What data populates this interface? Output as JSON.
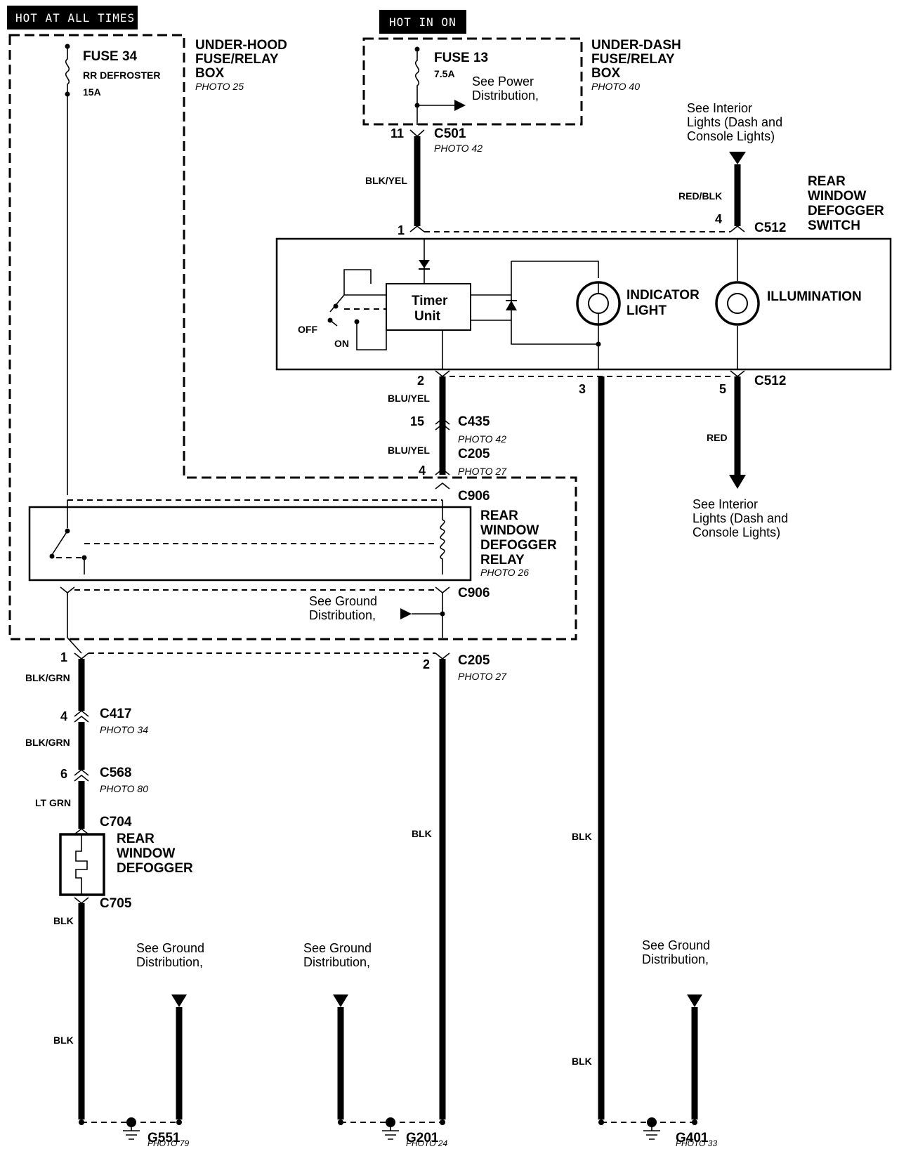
{
  "power": {
    "hot_at_all_times": "HOT AT ALL TIMES",
    "hot_in_on": "HOT IN ON"
  },
  "underhood_box": {
    "title1": "UNDER-HOOD",
    "title2": "FUSE/RELAY",
    "title3": "BOX",
    "photo": "PHOTO 25",
    "fuse_name": "FUSE 34",
    "fuse_desc": "RR DEFROSTER",
    "fuse_amp": "15A"
  },
  "underdash_box": {
    "title1": "UNDER-DASH",
    "title2": "FUSE/RELAY",
    "title3": "BOX",
    "photo": "PHOTO 40",
    "fuse_name": "FUSE 13",
    "fuse_amp": "7.5A",
    "note1": "See Power",
    "note2": "Distribution,"
  },
  "connectors": {
    "c501": {
      "name": "C501",
      "pin": "11",
      "photo": "PHOTO 42"
    },
    "c512_top": {
      "name": "C512",
      "pin_left": "1",
      "pin_right": "4"
    },
    "c512_bottom": {
      "name": "C512",
      "pin2": "2",
      "pin3": "3",
      "pin5": "5"
    },
    "c435": {
      "name": "C435",
      "pin": "15",
      "photo": "PHOTO 42"
    },
    "c205_top": {
      "name": "C205",
      "pin": "4",
      "photo": "PHOTO 27"
    },
    "c906_top": {
      "name": "C906"
    },
    "c906_bottom": {
      "name": "C906"
    },
    "c205_bottom": {
      "name": "C205",
      "pin_left": "1",
      "pin_right": "2",
      "photo": "PHOTO 27"
    },
    "c417": {
      "name": "C417",
      "pin": "4",
      "photo": "PHOTO 34"
    },
    "c568": {
      "name": "C568",
      "pin": "6",
      "photo": "PHOTO 80"
    },
    "c704": {
      "name": "C704"
    },
    "c705": {
      "name": "C705"
    }
  },
  "wires": {
    "blk_yel": "BLK/YEL",
    "red_blk": "RED/BLK",
    "blu_yel_1": "BLU/YEL",
    "blu_yel_2": "BLU/YEL",
    "red": "RED",
    "blk_grn_1": "BLK/GRN",
    "blk_grn_2": "BLK/GRN",
    "lt_grn": "LT GRN",
    "blk_a": "BLK",
    "blk_b": "BLK",
    "blk_c": "BLK",
    "blk_d": "BLK",
    "blk_e": "BLK"
  },
  "switch": {
    "title1": "REAR",
    "title2": "WINDOW",
    "title3": "DEFOGGER",
    "title4": "SWITCH",
    "timer1": "Timer",
    "timer2": "Unit",
    "off": "OFF",
    "on": "ON",
    "indicator1": "INDICATOR",
    "indicator2": "LIGHT",
    "illumination": "ILLUMINATION"
  },
  "relay": {
    "title1": "REAR",
    "title2": "WINDOW",
    "title3": "DEFOGGER",
    "title4": "RELAY",
    "photo": "PHOTO 26"
  },
  "defogger": {
    "title1": "REAR",
    "title2": "WINDOW",
    "title3": "DEFOGGER"
  },
  "notes": {
    "interior_top1": "See Interior",
    "interior_top2": "Lights (Dash and",
    "interior_top3": "Console Lights)",
    "interior_bot1": "See Interior",
    "interior_bot2": "Lights (Dash and",
    "interior_bot3": "Console Lights)",
    "ground_relay1": "See Ground",
    "ground_relay2": "Distribution,",
    "ground_a1": "See Ground",
    "ground_a2": "Distribution,",
    "ground_b1": "See Ground",
    "ground_b2": "Distribution,",
    "ground_c1": "See Ground",
    "ground_c2": "Distribution,"
  },
  "grounds": {
    "g551": {
      "name": "G551",
      "photo": "PHOTO 79"
    },
    "g201": {
      "name": "G201",
      "photo": "PHOTO 24"
    },
    "g401": {
      "name": "G401",
      "photo": "PHOTO 33"
    }
  }
}
